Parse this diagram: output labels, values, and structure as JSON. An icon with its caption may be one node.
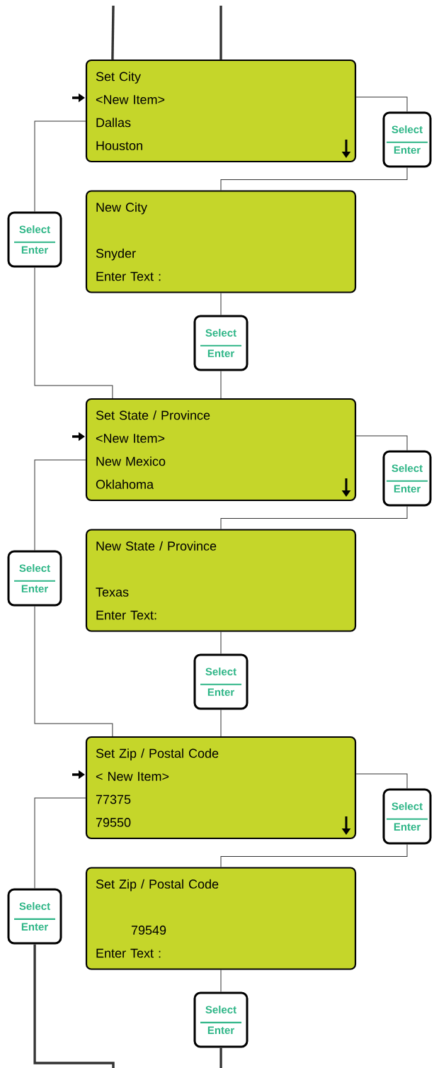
{
  "diagram": {
    "nodes": [
      {
        "text": [
          "Set City",
          "<New Item>",
          "Dallas",
          "Houston"
        ]
      },
      {
        "text": [
          "Select",
          "Enter"
        ]
      },
      {
        "text": [
          "New City",
          "Snyder",
          "Enter Text :"
        ]
      },
      {
        "text": [
          "Select",
          "Enter"
        ]
      },
      {
        "text": [
          "Select",
          "Enter"
        ]
      },
      {
        "text": [
          "Set State / Province",
          "<New Item>",
          "New Mexico",
          "Oklahoma"
        ]
      },
      {
        "text": [
          "Select",
          "Enter"
        ]
      },
      {
        "text": [
          "New State / Province",
          "Texas",
          "Enter Text:"
        ]
      },
      {
        "text": [
          "Select",
          "Enter"
        ]
      },
      {
        "text": [
          "Select",
          "Enter"
        ]
      },
      {
        "text": [
          "Set Zip / Postal Code",
          "< New Item>",
          "77375",
          "79550"
        ]
      },
      {
        "text": [
          "Select",
          "Enter"
        ]
      },
      {
        "text": [
          "Set Zip / Postal Code",
          "79549",
          "Enter Text :"
        ]
      },
      {
        "text": [
          "Select",
          "Enter"
        ]
      },
      {
        "text": [
          "Select",
          "Enter"
        ]
      }
    ],
    "edges": [
      {
        "from": null,
        "to": 0,
        "arrow": "none",
        "style": "thick"
      },
      {
        "from": null,
        "to": 0,
        "arrow": "none",
        "style": "thick"
      },
      {
        "from": 0,
        "to": 1,
        "arrow": "none"
      },
      {
        "from": 1,
        "to": 2,
        "arrow": "none"
      },
      {
        "from": 2,
        "to": 4,
        "arrow": "none"
      },
      {
        "from": 0,
        "to": 3,
        "arrow": "none"
      },
      {
        "from": 4,
        "to": 5,
        "arrow": "none"
      },
      {
        "from": 3,
        "to": 5,
        "arrow": "none"
      },
      {
        "from": 5,
        "to": 6,
        "arrow": "none"
      },
      {
        "from": 6,
        "to": 7,
        "arrow": "none"
      },
      {
        "from": 7,
        "to": 9,
        "arrow": "none"
      },
      {
        "from": 5,
        "to": 8,
        "arrow": "none"
      },
      {
        "from": 9,
        "to": 10,
        "arrow": "none"
      },
      {
        "from": 8,
        "to": 10,
        "arrow": "none"
      },
      {
        "from": 10,
        "to": 11,
        "arrow": "none"
      },
      {
        "from": 11,
        "to": 12,
        "arrow": "none"
      },
      {
        "from": 12,
        "to": 14,
        "arrow": "none"
      },
      {
        "from": 10,
        "to": 13,
        "arrow": "none"
      },
      {
        "from": 14,
        "to": null,
        "arrow": "none",
        "style": "thick"
      },
      {
        "from": 13,
        "to": null,
        "arrow": "none",
        "style": "thick"
      }
    ]
  }
}
